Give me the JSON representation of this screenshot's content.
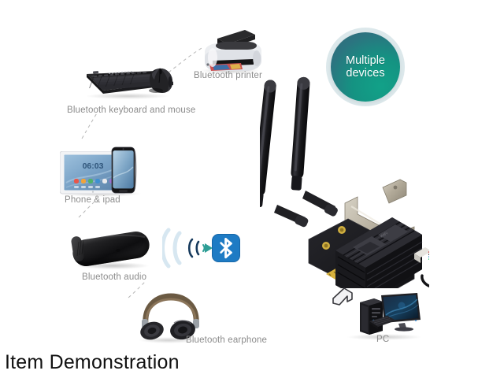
{
  "page": {
    "background": "#ffffff",
    "caption": "Item Demonstration",
    "caption_color": "#111111"
  },
  "badge": {
    "name": "multiple-devices-badge",
    "line1": "Multiple",
    "line2": "devices",
    "color_dark": "#35697a",
    "color_light": "#12a188",
    "text_color": "#ffffff"
  },
  "bluetooth": {
    "logo_name": "bluetooth-logo-icon",
    "logo_color": "#1e7bc4",
    "rune_color": "#ffffff",
    "wave_color_light": "#d7e7f1",
    "wave_color_dark": "#15395c",
    "arrow_color": "#2e9e96"
  },
  "devices": [
    {
      "id": "printer",
      "name": "bluetooth-printer",
      "label": "Bluetooth printer"
    },
    {
      "id": "keyboard",
      "name": "bluetooth-keyboard-and-mouse",
      "label": "Bluetooth keyboard and mouse"
    },
    {
      "id": "phone",
      "name": "phone-and-ipad",
      "label": "Phone & ipad"
    },
    {
      "id": "audio",
      "name": "bluetooth-audio-speaker",
      "label": "Bluetooth audio"
    },
    {
      "id": "earphone",
      "name": "bluetooth-earphone",
      "label": "Bluetooth earphone"
    },
    {
      "id": "pc",
      "name": "desktop-pc",
      "label": "PC"
    }
  ],
  "tablet": {
    "clock": "06:03",
    "screen_color": "#8fb9d6"
  },
  "label_color": "#8b8b8b",
  "card": {
    "name": "pcie-wifi-adapter-card",
    "antenna_color": "#141416",
    "bracket_color": "#b9b3a4",
    "heatsink_color": "#141417",
    "pcb_color": "#17171a",
    "gold_color": "#c9a227"
  }
}
